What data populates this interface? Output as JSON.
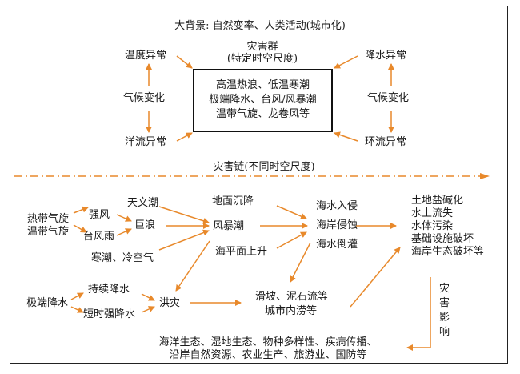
{
  "background": "大背景: 自然变率、人类活动(城市化)",
  "top": {
    "group_title": "灾害群",
    "group_subtitle": "(特定时空尺度)",
    "group_lines": [
      "高温热浪、低温寒潮",
      "极端降水、台风/风暴潮",
      "温带气旋、龙卷风等"
    ],
    "temp_anomaly": "温度异常",
    "precip_anomaly": "降水异常",
    "climate_change_left": "气候变化",
    "climate_change_right": "气候变化",
    "ocean_current_anomaly": "洋流异常",
    "circulation_anomaly": "环流异常"
  },
  "chain_title": "灾害链(不同时空尺度)",
  "bottom": {
    "cyclones": [
      "热带气旋",
      "温带气旋"
    ],
    "strong_wind": "强风",
    "typhoon_rain": "台风雨",
    "cold_wave": "寒潮、冷空气",
    "astronomical_tide": "天文潮",
    "huge_wave": "巨浪",
    "land_subsidence": "地面沉降",
    "storm_surge": "风暴潮",
    "sea_level_rise": "海平面上升",
    "seawater_intrusion": "海水入侵",
    "coastal_erosion": "海岸侵蚀",
    "seawater_backflow": "海水倒灌",
    "impacts": [
      "土地盐碱化",
      "水土流失",
      "水体污染",
      "基础设施破坏",
      "海岸生态破坏等"
    ],
    "extreme_precip": "极端降水",
    "persistent_precip": "持续降水",
    "short_heavy_precip": "短时强降水",
    "flood": "洪灾",
    "landslide": "滑坡、泥石流等",
    "urban_waterlogging": "城市内涝等",
    "disaster_impact_vertical": "灾害影响",
    "final_lines": [
      "海洋生态、湿地生态、物种多样性、疾病传播、",
      "沿岸自然资源、农业生产、旅游业、国防等"
    ]
  },
  "colors": {
    "arrow": "#e8892b",
    "text": "#1a1a1a",
    "border": "#222222"
  }
}
